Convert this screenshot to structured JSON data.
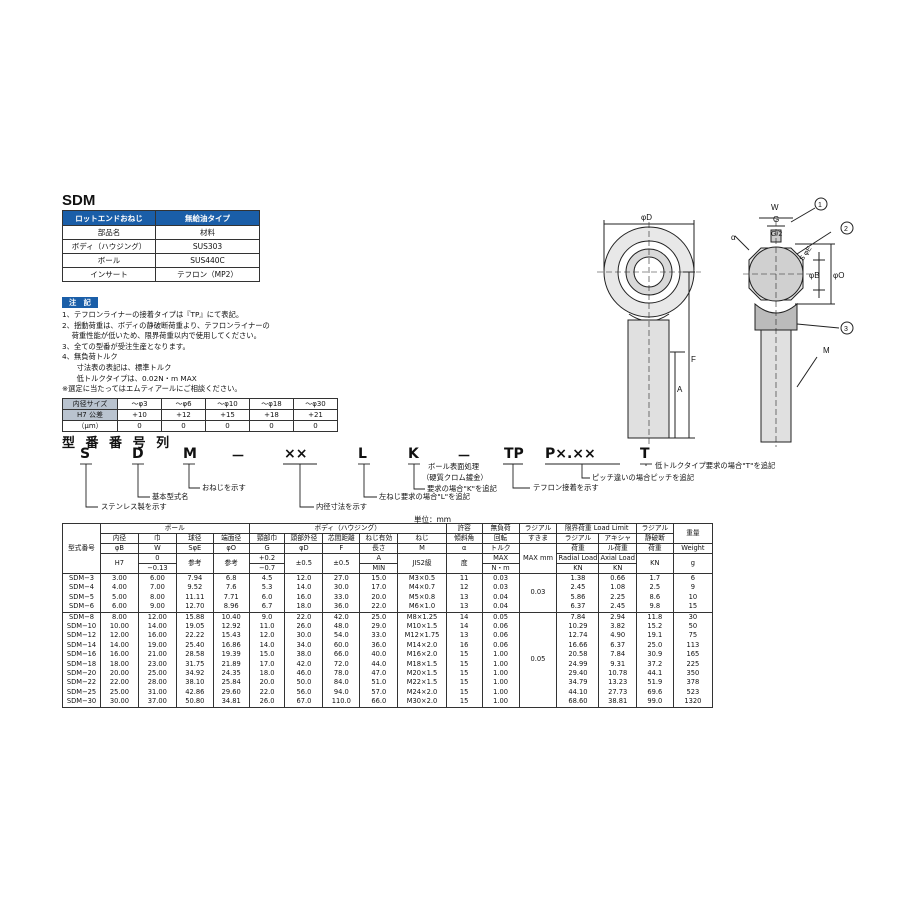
{
  "title": "SDM",
  "material_table": {
    "header": [
      "ロットエンドおねじ",
      "無給油タイプ"
    ],
    "rows": [
      [
        "部品名",
        "材料"
      ],
      [
        "ボディ（ハウジング）",
        "SUS303"
      ],
      [
        "ボール",
        "SUS440C"
      ],
      [
        "インサート",
        "テフロン（MP2）"
      ]
    ]
  },
  "notes": {
    "label": "注　記",
    "lines": [
      "1、テフロンライナーの接着タイプは『TP』にて表記。",
      "2、揺動荷重は、ボディの静破断荷重より、テフロンライナーの",
      "　 荷重性能が低いため、限界荷重以内で使用してください。",
      "3、全ての型番が受注生産となります。",
      "4、無負荷トルク",
      "　　寸法表の表記は、標準トルク",
      "　　低トルクタイプは、0.02N・m MAX",
      "※選定に当たってはエムティアールにご相談ください。"
    ]
  },
  "tolerance_table": {
    "rows": [
      [
        "内径サイズ",
        "～φ3",
        "～φ6",
        "～φ10",
        "～φ18",
        "～φ30"
      ],
      [
        "H7 公差",
        "+10",
        "+12",
        "+15",
        "+18",
        "+21"
      ],
      [
        "（μm）",
        "0",
        "0",
        "0",
        "0",
        "0"
      ]
    ]
  },
  "model_code": {
    "title": "型 番 番 号 列",
    "chars": [
      "S",
      "D",
      "M",
      "－",
      "××",
      "L",
      "K",
      "－",
      "TP",
      "P×.××",
      "T"
    ],
    "labels": {
      "stainless": "ステンレス製を示す",
      "base": "基本型式名",
      "male": "おねじを示す",
      "bore": "内径寸法を示す",
      "left": "左ねじ要求の場合\"L\"を追記",
      "surface1": "ボール表面処理",
      "surface2": "（硬質クロム鍍金）",
      "surface3": "要求の場合\"K\"を追記",
      "teflon": "テフロン接着を示す",
      "pitch": "ピッチ違いの場合ピッチを追記",
      "low_torque": "低トルクタイプ要求の場合\"T\"を追記"
    }
  },
  "drawing": {
    "labels": [
      "φD",
      "W",
      "G",
      "G/2",
      "α",
      "S φE",
      "φB",
      "φO",
      "F",
      "A",
      "M",
      "1",
      "2",
      "3"
    ]
  },
  "spec_table": {
    "unit": "単位：mm",
    "groups": {
      "ball": "ボール",
      "body": "ボディ（ハウジング）",
      "limit": "限界荷重 Load Limit"
    },
    "headers": {
      "model": "型式番号",
      "bore": [
        "内径",
        "φB",
        "H7"
      ],
      "width": [
        "巾",
        "W",
        "0",
        "−0.13"
      ],
      "ball_dia": [
        "球径",
        "SφE",
        "参考"
      ],
      "end_dia": [
        "端面径",
        "φO",
        "参考"
      ],
      "neck": [
        "頸部巾",
        "G",
        "+0.2",
        "−0.7"
      ],
      "head_od": [
        "頭部外径",
        "φD",
        "±0.5"
      ],
      "center": [
        "芯間距離",
        "F",
        "±0.5"
      ],
      "thread_len": [
        "ねじ有効",
        "長さ",
        "A",
        "MIN"
      ],
      "thread": [
        "ねじ",
        "M",
        "JIS2級"
      ],
      "tilt": [
        "許容",
        "傾斜角",
        "α",
        "度"
      ],
      "torque": [
        "無負荷",
        "回転",
        "トルク",
        "MAX",
        "N・m"
      ],
      "clearance": [
        "ラジアル",
        "すきま",
        "MAX mm"
      ],
      "radial": [
        "ラジアル",
        "荷重",
        "Radial Load",
        "KN"
      ],
      "axial": [
        "アキシャ",
        "ル荷重",
        "Axial Load",
        "KN"
      ],
      "static": [
        "ラジアル",
        "静破断",
        "荷重",
        "KN"
      ],
      "weight": [
        "重量",
        "Weight",
        "g"
      ]
    },
    "clearance_values": [
      "0.03",
      "0.05"
    ],
    "rows": [
      [
        "SDM−3",
        "3.00",
        "6.00",
        "7.94",
        "6.8",
        "4.5",
        "12.0",
        "27.0",
        "15.0",
        "M3×0.5",
        "11",
        "0.03",
        "1.38",
        "0.66",
        "1.7",
        "6"
      ],
      [
        "SDM−4",
        "4.00",
        "7.00",
        "9.52",
        "7.6",
        "5.3",
        "14.0",
        "30.0",
        "17.0",
        "M4×0.7",
        "12",
        "0.03",
        "2.45",
        "1.08",
        "2.5",
        "9"
      ],
      [
        "SDM−5",
        "5.00",
        "8.00",
        "11.11",
        "7.71",
        "6.0",
        "16.0",
        "33.0",
        "20.0",
        "M5×0.8",
        "13",
        "0.04",
        "5.86",
        "2.25",
        "8.6",
        "10"
      ],
      [
        "SDM−6",
        "6.00",
        "9.00",
        "12.70",
        "8.96",
        "6.7",
        "18.0",
        "36.0",
        "22.0",
        "M6×1.0",
        "13",
        "0.04",
        "6.37",
        "2.45",
        "9.8",
        "15"
      ],
      [
        "SDM−8",
        "8.00",
        "12.00",
        "15.88",
        "10.40",
        "9.0",
        "22.0",
        "42.0",
        "25.0",
        "M8×1.25",
        "14",
        "0.05",
        "7.84",
        "2.94",
        "11.8",
        "30"
      ],
      [
        "SDM−10",
        "10.00",
        "14.00",
        "19.05",
        "12.92",
        "11.0",
        "26.0",
        "48.0",
        "29.0",
        "M10×1.5",
        "14",
        "0.06",
        "10.29",
        "3.82",
        "15.2",
        "50"
      ],
      [
        "SDM−12",
        "12.00",
        "16.00",
        "22.22",
        "15.43",
        "12.0",
        "30.0",
        "54.0",
        "33.0",
        "M12×1.75",
        "13",
        "0.06",
        "12.74",
        "4.90",
        "19.1",
        "75"
      ],
      [
        "SDM−14",
        "14.00",
        "19.00",
        "25.40",
        "16.86",
        "14.0",
        "34.0",
        "60.0",
        "36.0",
        "M14×2.0",
        "16",
        "0.06",
        "16.66",
        "6.37",
        "25.0",
        "113"
      ],
      [
        "SDM−16",
        "16.00",
        "21.00",
        "28.58",
        "19.39",
        "15.0",
        "38.0",
        "66.0",
        "40.0",
        "M16×2.0",
        "15",
        "1.00",
        "20.58",
        "7.84",
        "30.9",
        "165"
      ],
      [
        "SDM−18",
        "18.00",
        "23.00",
        "31.75",
        "21.89",
        "17.0",
        "42.0",
        "72.0",
        "44.0",
        "M18×1.5",
        "15",
        "1.00",
        "24.99",
        "9.31",
        "37.2",
        "225"
      ],
      [
        "SDM−20",
        "20.00",
        "25.00",
        "34.92",
        "24.35",
        "18.0",
        "46.0",
        "78.0",
        "47.0",
        "M20×1.5",
        "15",
        "1.00",
        "29.40",
        "10.78",
        "44.1",
        "350"
      ],
      [
        "SDM−22",
        "22.00",
        "28.00",
        "38.10",
        "25.84",
        "20.0",
        "50.0",
        "84.0",
        "51.0",
        "M22×1.5",
        "15",
        "1.00",
        "34.79",
        "13.23",
        "51.9",
        "378"
      ],
      [
        "SDM−25",
        "25.00",
        "31.00",
        "42.86",
        "29.60",
        "22.0",
        "56.0",
        "94.0",
        "57.0",
        "M24×2.0",
        "15",
        "1.00",
        "44.10",
        "27.73",
        "69.6",
        "523"
      ],
      [
        "SDM−30",
        "30.00",
        "37.00",
        "50.80",
        "34.81",
        "26.0",
        "67.0",
        "110.0",
        "66.0",
        "M30×2.0",
        "15",
        "1.00",
        "68.60",
        "38.81",
        "99.0",
        "1320"
      ]
    ]
  }
}
